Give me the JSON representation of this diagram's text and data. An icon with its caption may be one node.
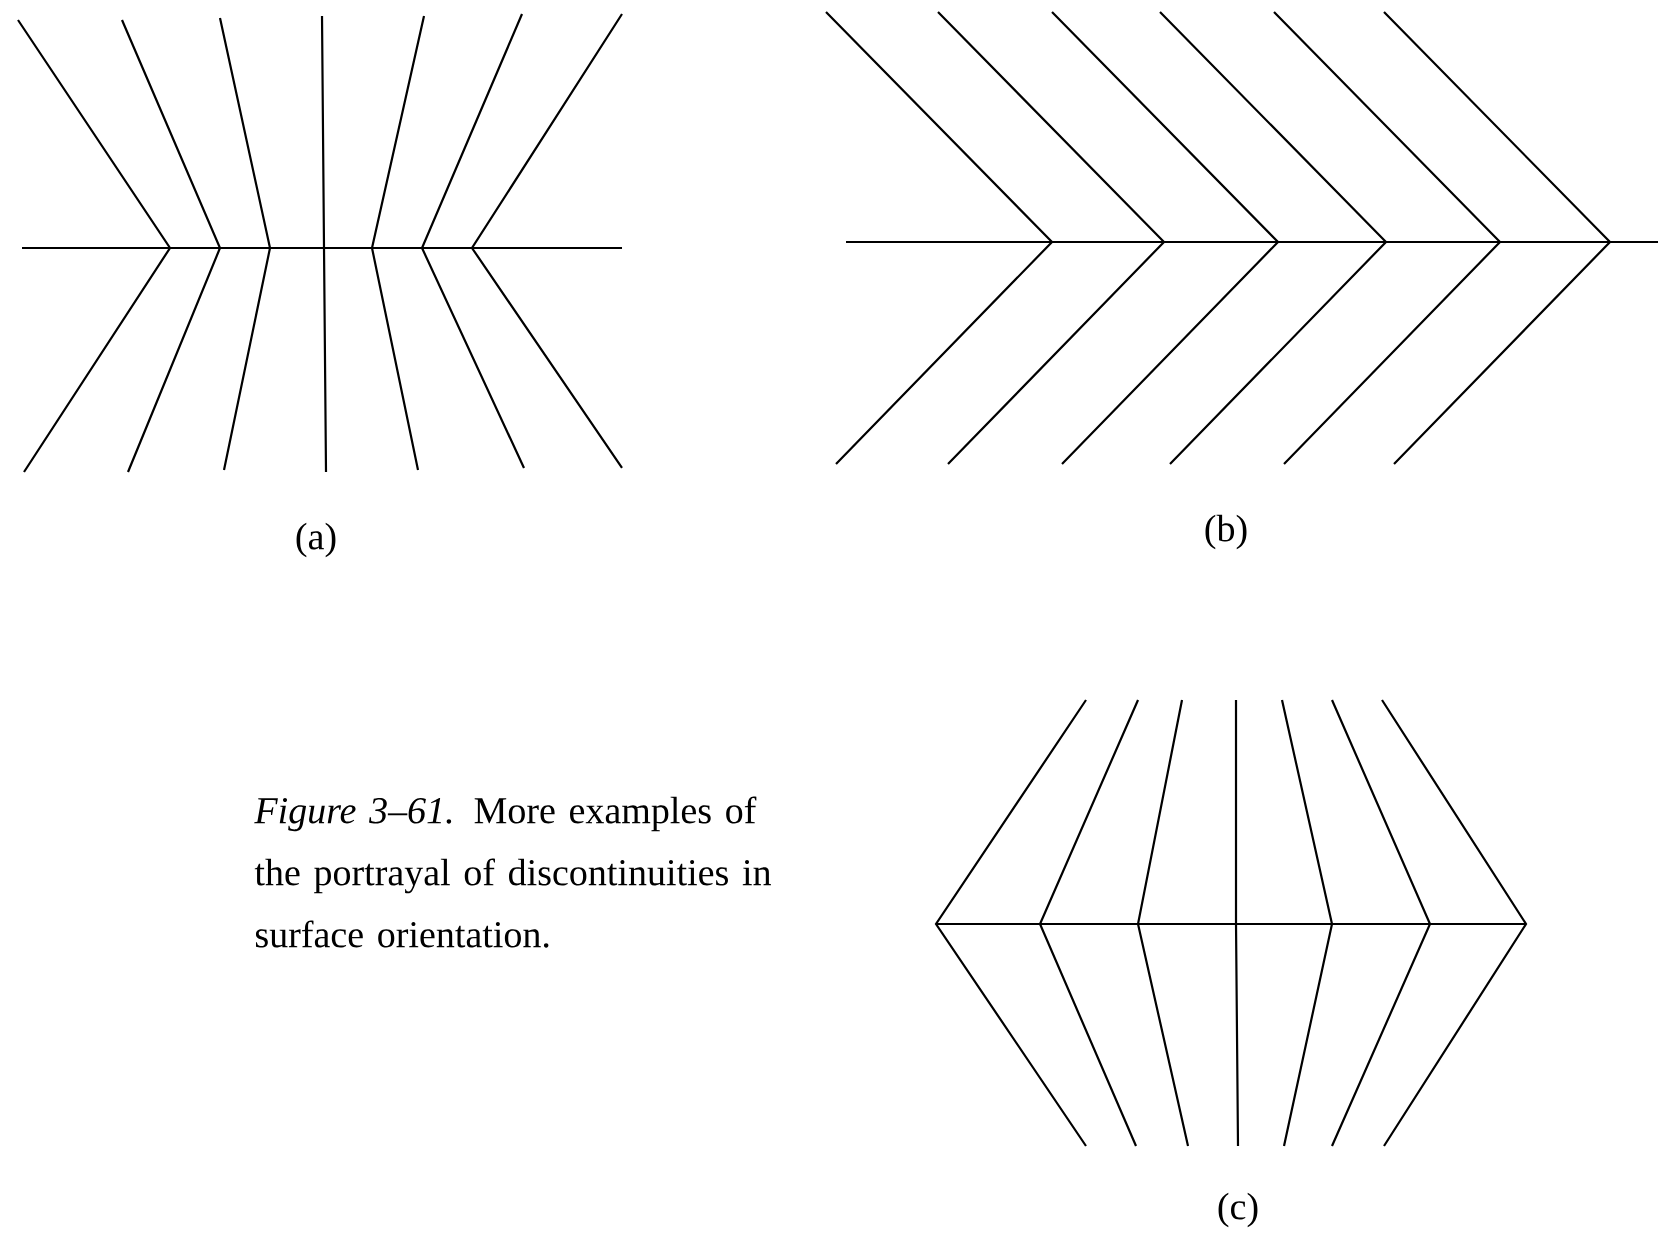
{
  "diagram": {
    "caption": "*Figure 3–61.* More examples of the portrayal of discontinuities in surface orientation.",
    "labels": [
      "(a)",
      "(b)",
      "(c)"
    ]
  }
}
